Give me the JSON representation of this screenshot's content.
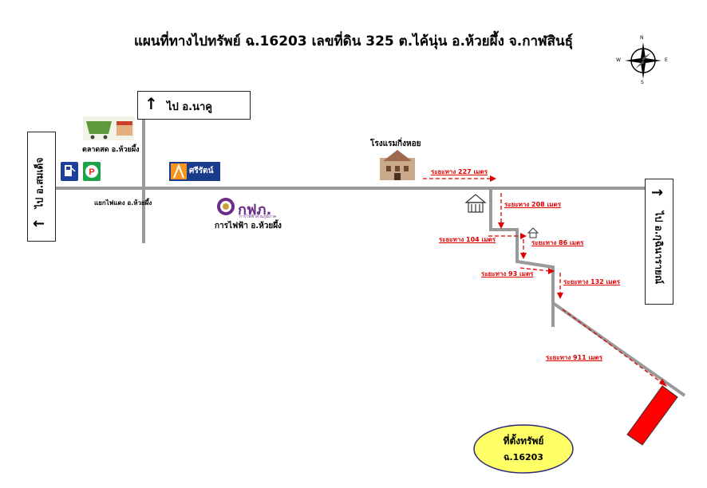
{
  "title": "แผนที่ทางไปทรัพย์ ฉ.16203 เลขที่ดิน 325 ต.ไค้นุ่น อ.ห้วยผึ้ง จ.กาฬสินธุ์",
  "compass": {
    "n": "N",
    "s": "S",
    "e": "E",
    "w": "W"
  },
  "directions": {
    "north": "ไป อ.นาคู",
    "west": "ไป อ.สมเด็จ",
    "east": "ไป อ.กุฉินารายณ์"
  },
  "landmarks": {
    "market": "ตลาดสด อ.ห้วยผึ้ง",
    "intersection": "แยกไฟแดง อ.ห้วยผึ้ง",
    "hotel": "โรงแรมกิ่งหอย",
    "pea_logo": "กฟภ.",
    "pea_sub": "การไฟฟ้าส่วนภูมิภาค",
    "pea": "การไฟฟ้า อ.ห้วยผึ้ง",
    "shop_logo": "ศรีรัตน์"
  },
  "distances": [
    "ระยะทาง 227 เมตร",
    "ระยะทาง 208 เมตร",
    "ระยะทาง 104 เมตร",
    "ระยะทาง 86 เมตร",
    "ระยะทาง 93 เมตร",
    "ระยะทาง 132 เมตร",
    "ระยะทาง 911 เมตร"
  ],
  "property": {
    "label": "ที่ตั้งทรัพย์",
    "deed": "ฉ.16203"
  },
  "colors": {
    "road": "#9a9a9a",
    "route": "#e00000",
    "property": "#ff0000",
    "callout": "#ffff66"
  }
}
